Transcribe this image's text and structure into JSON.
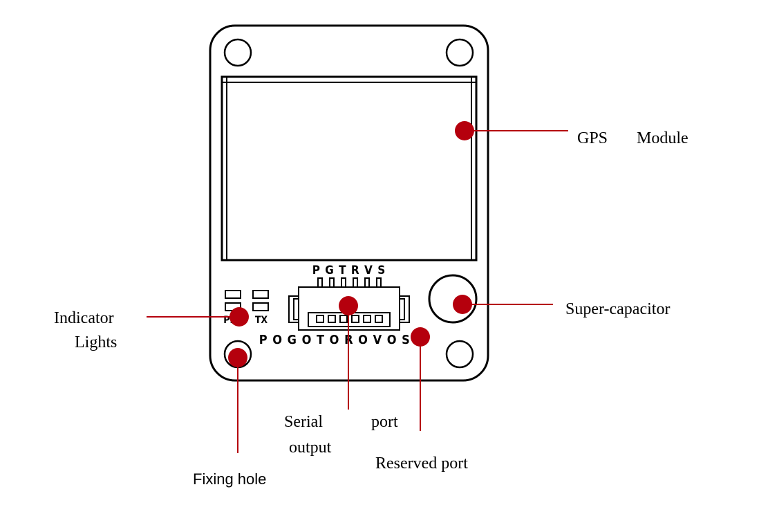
{
  "board": {
    "pin_labels_top": "P G T R V S",
    "pin_labels_bottom": "P O G O T O R O V O S O",
    "led_label_left": "PPS",
    "led_label_right": "TX"
  },
  "callouts": {
    "gps_module": {
      "line1": "GPS",
      "line2": "Module"
    },
    "super_capacitor": {
      "text": "Super-capacitor"
    },
    "indicator_lights": {
      "line1": "Indicator",
      "line2": "Lights"
    },
    "fixing_hole": {
      "text": "Fixing hole"
    },
    "serial_output_port": {
      "word1": "Serial",
      "word2": "port",
      "word3": "output"
    },
    "reserved_port": {
      "text": "Reserved port"
    }
  },
  "colors": {
    "marker": "#b5000d",
    "leader": "#b5000d",
    "outline": "#000000",
    "background": "#ffffff"
  }
}
